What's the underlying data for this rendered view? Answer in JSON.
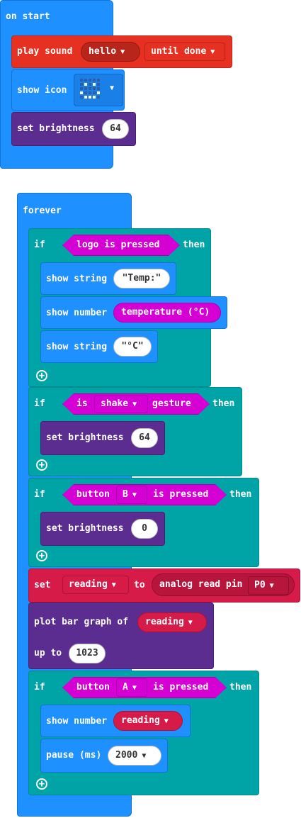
{
  "on_start": {
    "hat_label": "on start",
    "play_sound": {
      "label": "play sound",
      "sound": "hello",
      "mode": "until done"
    },
    "show_icon": {
      "label": "show icon",
      "icon": "happy-face-icon"
    },
    "set_brightness": {
      "label": "set brightness",
      "value": "64"
    }
  },
  "forever": {
    "hat_label": "forever",
    "if1": {
      "if_label": "if",
      "condition": "logo is pressed",
      "then_label": "then",
      "show_string_1": {
        "label": "show string",
        "value": "\"Temp:\""
      },
      "show_number": {
        "label": "show number",
        "value": "temperature (°C)"
      },
      "show_string_2": {
        "label": "show string",
        "value": "\"°C\""
      }
    },
    "if2": {
      "if_label": "if",
      "cond_prefix": "is",
      "gesture": "shake",
      "cond_suffix": "gesture",
      "then_label": "then",
      "set_brightness": {
        "label": "set brightness",
        "value": "64"
      }
    },
    "if3": {
      "if_label": "if",
      "cond_prefix": "button",
      "button": "B",
      "cond_suffix": "is pressed",
      "then_label": "then",
      "set_brightness": {
        "label": "set brightness",
        "value": "0"
      }
    },
    "set_var": {
      "label": "set",
      "variable": "reading",
      "to_label": "to",
      "analog_label": "analog read pin",
      "pin": "P0"
    },
    "plot": {
      "label": "plot bar graph of",
      "variable": "reading",
      "upto_label": "up to",
      "upto_value": "1023"
    },
    "if4": {
      "if_label": "if",
      "cond_prefix": "button",
      "button": "A",
      "cond_suffix": "is pressed",
      "then_label": "then",
      "show_number": {
        "label": "show number",
        "variable": "reading"
      },
      "pause": {
        "label": "pause (ms)",
        "value": "2000"
      }
    }
  },
  "colors": {
    "basic": "#1e90ff",
    "logic": "#00a4a6",
    "led": "#5c2d91",
    "music": "#e63022",
    "pins": "#d61b49",
    "input": "#d400d4"
  }
}
